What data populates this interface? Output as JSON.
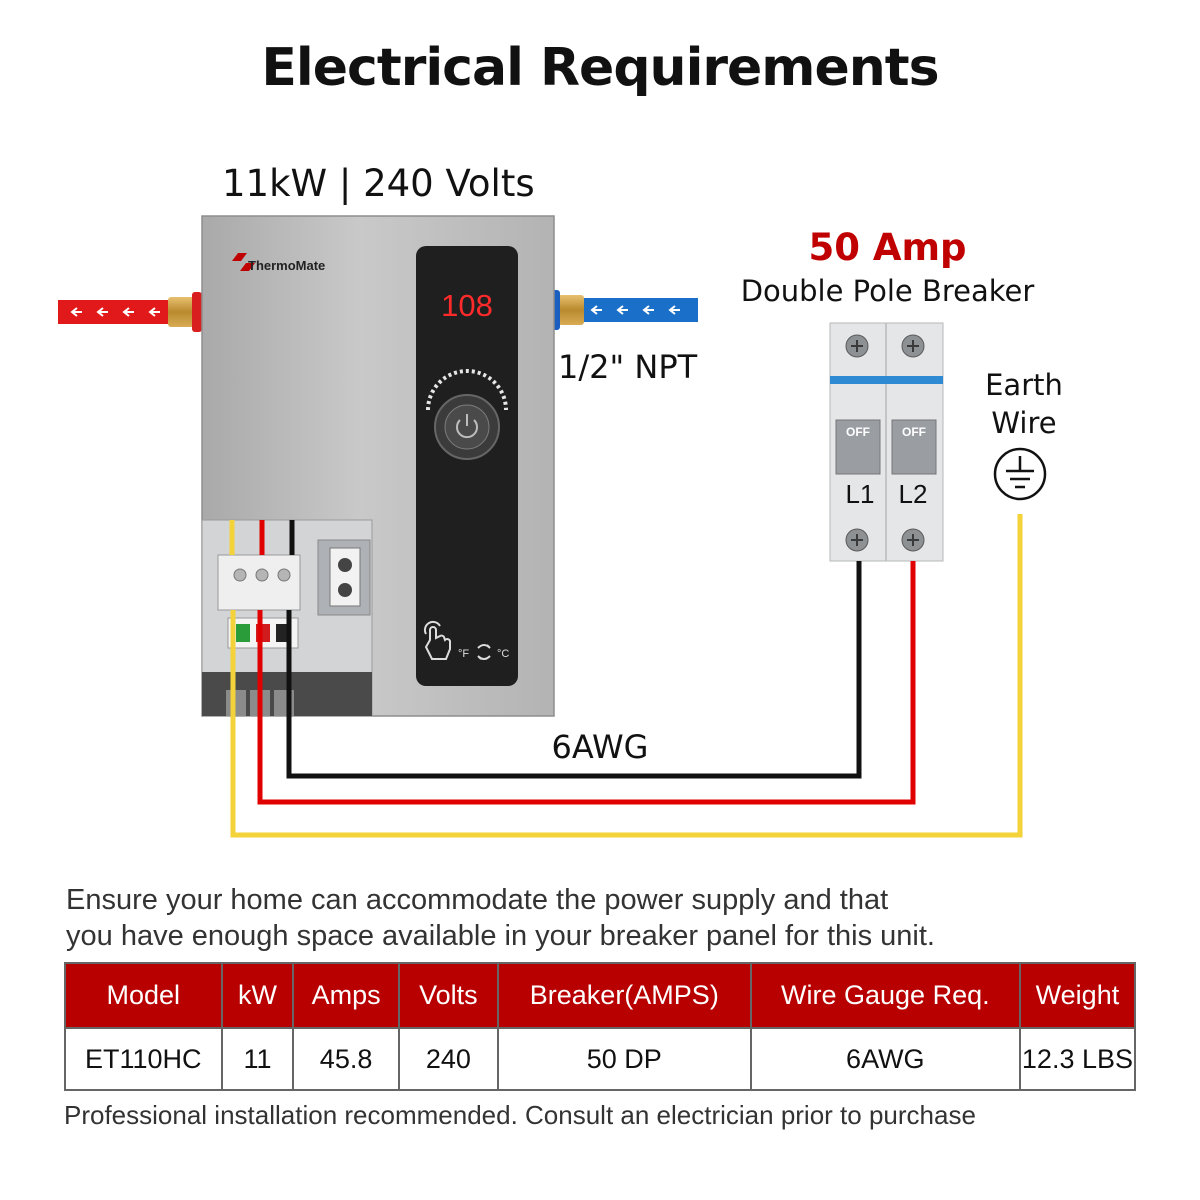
{
  "title": "Electrical Requirements",
  "heater": {
    "spec_label": "11kW | 240 Volts",
    "brand": "ThermoMate",
    "display_value": "108",
    "pipe_label": "1/2\" NPT",
    "unit_f": "°F",
    "unit_c": "°C",
    "inlet_color": "#1a6fc9",
    "outlet_color": "#e2191b"
  },
  "breaker": {
    "amp_label": "50 Amp",
    "type_label": "Double Pole Breaker",
    "switch_state": "OFF",
    "pole_1": "L1",
    "pole_2": "L2",
    "accent_color": "#c00000"
  },
  "earth": {
    "line1": "Earth",
    "line2": "Wire",
    "icon": "ground-icon"
  },
  "wiring": {
    "gauge_label": "6AWG",
    "colors": {
      "l1": "#111111",
      "l2": "#e00000",
      "ground": "#f3d23a"
    }
  },
  "note": {
    "line1": "Ensure your home can accommodate the power supply and that",
    "line2": "you have enough space available in your breaker panel for this unit."
  },
  "table": {
    "headers": [
      "Model",
      "kW",
      "Amps",
      "Volts",
      "Breaker(AMPS)",
      "Wire Gauge Req.",
      "Weight"
    ],
    "rows": [
      [
        "ET110HC",
        "11",
        "45.8",
        "240",
        "50 DP",
        "6AWG",
        "12.3 LBS"
      ]
    ],
    "header_color": "#b80000"
  },
  "footer": "Professional installation recommended. Consult an electrician prior to purchase"
}
